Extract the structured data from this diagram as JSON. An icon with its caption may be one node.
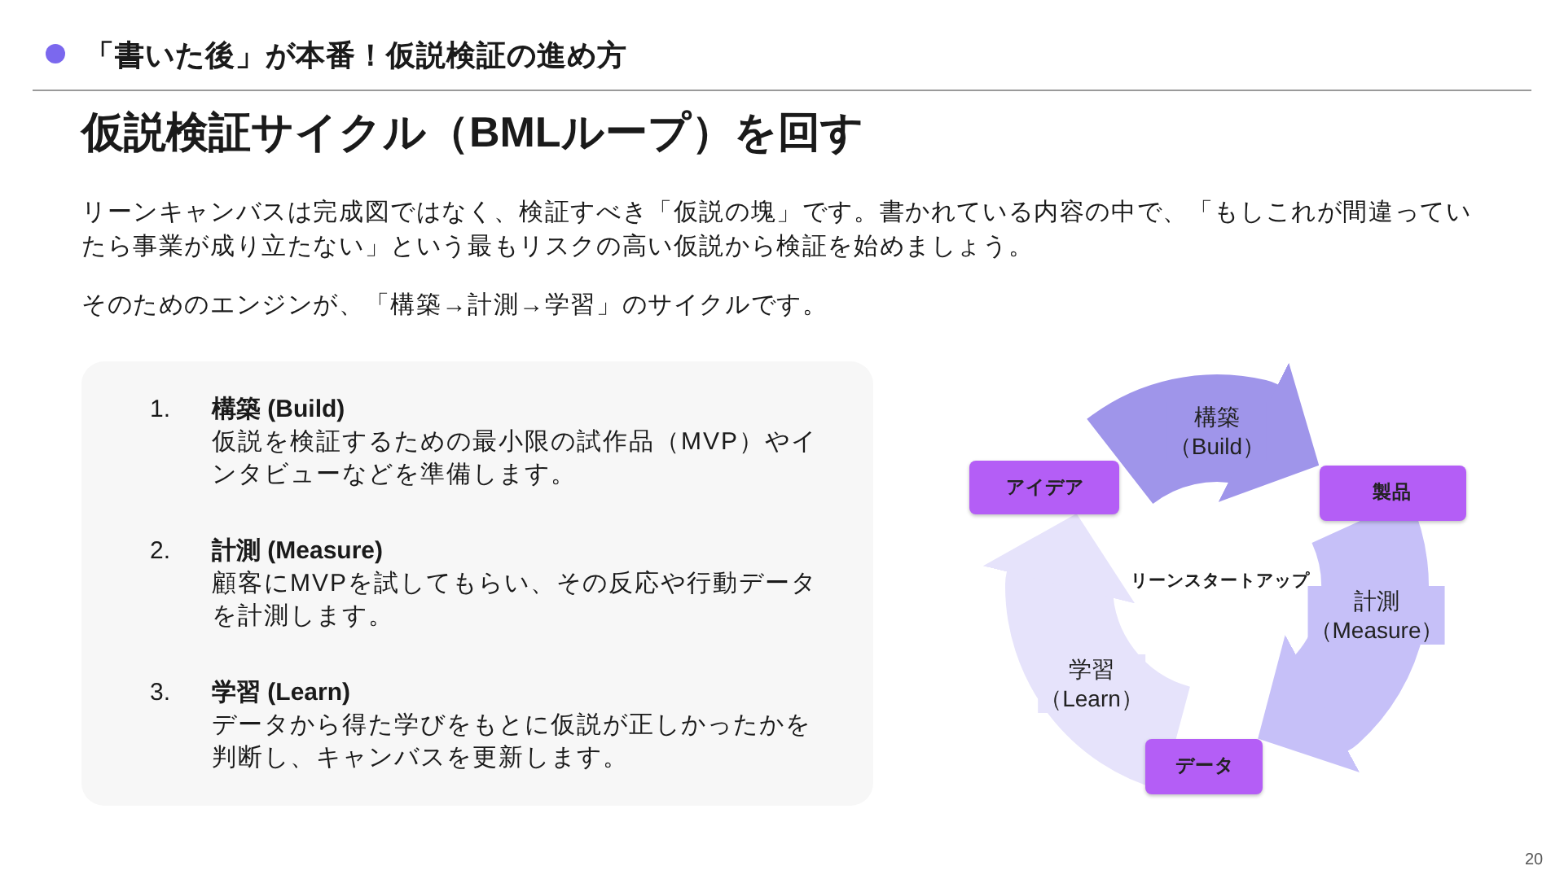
{
  "diagram": {
    "title": "仮説検証サイクル（BMLループ）を回す",
    "nodes": [
      {
        "text": [
          "1.",
          "構築 (Build)",
          "仮説を検証するための最小限の試作品（MVP）やインタビューなどを準備します。",
          "2.",
          "計測 (Measure)",
          "顧客にMVPを試してもらい、その反応や行動データを計測します。",
          "3.",
          "学習 (Learn)",
          "データから得た学びをもとに仮説が正しかったかを判断し、キャンバスを更新します。"
        ]
      },
      {
        "text": [
          "アイデア"
        ]
      },
      {
        "text": [
          "製品"
        ]
      },
      {
        "text": [
          "データ"
        ]
      }
    ],
    "edges": [
      {
        "from": 1,
        "to": 2,
        "arrow": "to",
        "label": "構築（Build）",
        "color": "#9f95ea"
      },
      {
        "from": 2,
        "to": 3,
        "arrow": "to",
        "label": "計測（Measure）",
        "color": "#c6c0f8"
      },
      {
        "from": 3,
        "to": 1,
        "arrow": "to",
        "label": "学習（Learn）",
        "color": "#e6e3fb"
      }
    ],
    "labels": [
      "「書いた後」が本番！仮説検証の進め方",
      "リーンキャンバスは完成図ではなく、検証すべき「仮説の塊」です。書かれている内容の中で、「もしこれが間違っていたら事業が成り立たない」という最もリスクの高い仮説から検証を始めましょう。",
      "そのためのエンジンが、「構築→計測→学習」のサイクルです。",
      "リーンスタートアップ",
      "20"
    ]
  }
}
